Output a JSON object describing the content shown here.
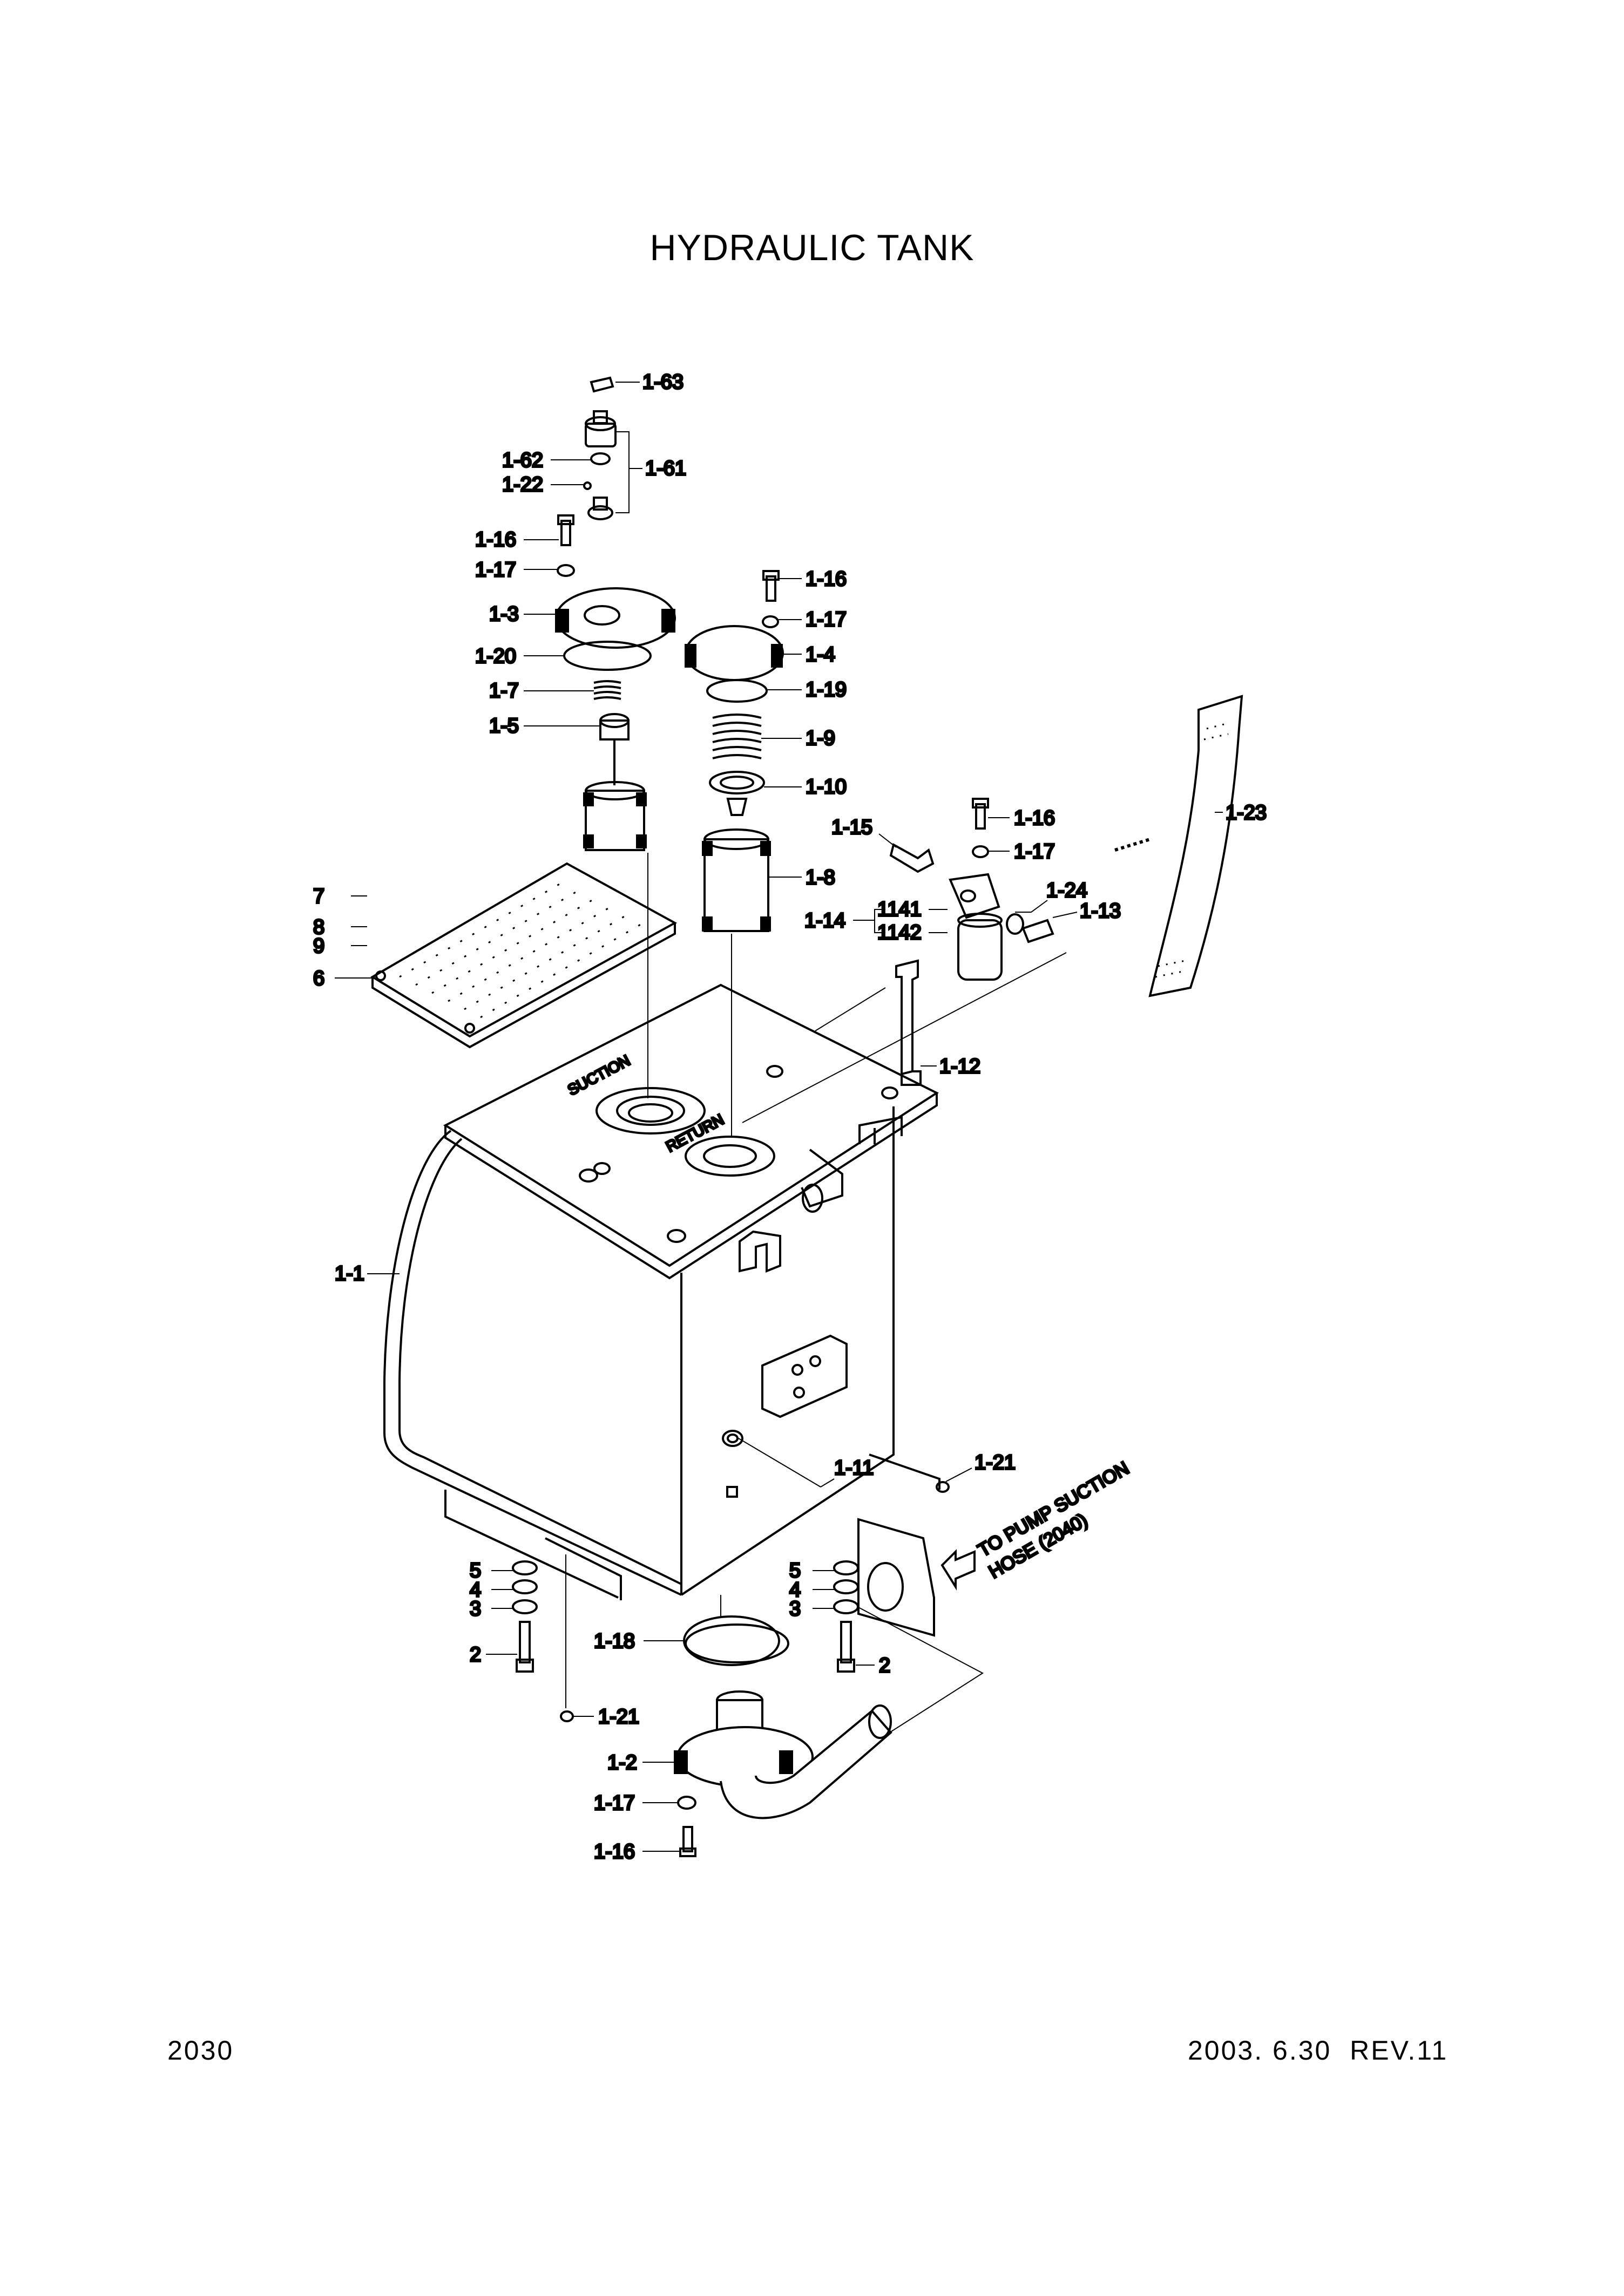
{
  "title": "HYDRAULIC TANK",
  "footer": {
    "page_number": "2030",
    "date_revision": "2003. 6.30  REV.11"
  },
  "annotations": {
    "suction": "SUCTION",
    "return": "RETURN"
  },
  "note": {
    "line1": "TO PUMP SUCTION",
    "line2": "HOSE (2040)"
  },
  "labels": {
    "l1_63": "1-63",
    "l1_62": "1-62",
    "l1_61": "1-61",
    "l1_22": "1-22",
    "l1_16a": "1-16",
    "l1_17a": "1-17",
    "l1_3": "1-3",
    "l1_20": "1-20",
    "l1_7": "1-7",
    "l1_5": "1-5",
    "l1_16b": "1-16",
    "l1_17b": "1-17",
    "l1_4": "1-4",
    "l1_19": "1-19",
    "l1_9": "1-9",
    "l1_10": "1-10",
    "l1_8": "1-8",
    "l1_15": "1-15",
    "l1_16c": "1-16",
    "l1_17c": "1-17",
    "l1_24": "1-24",
    "l1141": "1141",
    "l1142": "1142",
    "l1_14": "1-14",
    "l1_13": "1-13",
    "l1_23": "1-23",
    "l1_12": "1-12",
    "l7": "7",
    "l8": "8",
    "l9": "9",
    "l6": "6",
    "l1_1": "1-1",
    "l1_11": "1-11",
    "l1_21a": "1-21",
    "l5a": "5",
    "l4a": "4",
    "l3a": "3",
    "l2a": "2",
    "l5b": "5",
    "l4b": "4",
    "l3b": "3",
    "l2b": "2",
    "l1_18": "1-18",
    "l1_21b": "1-21",
    "l1_2": "1-2",
    "l1_17d": "1-17",
    "l1_16d": "1-16"
  }
}
